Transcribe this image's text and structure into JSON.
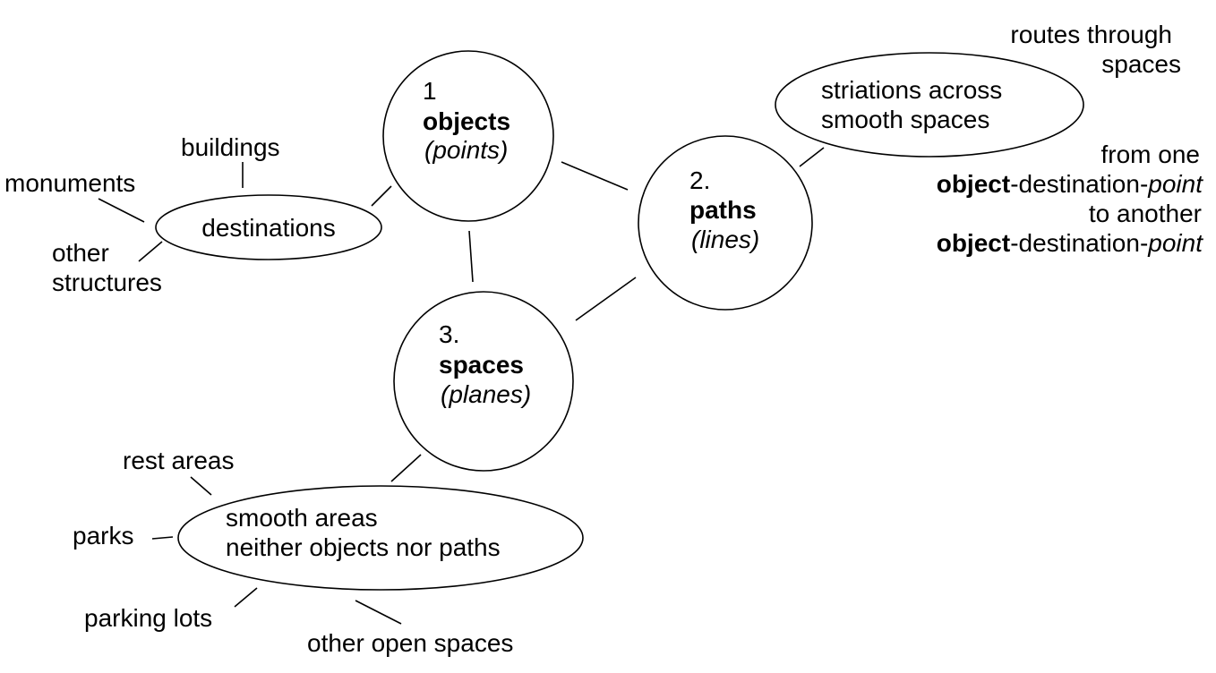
{
  "nodes": {
    "objects": {
      "number": "1",
      "title": "objects",
      "subtitle": "(points)"
    },
    "paths": {
      "number": "2.",
      "title": "paths",
      "subtitle": "(lines)"
    },
    "spaces": {
      "number": "3.",
      "title": "spaces",
      "subtitle": "(planes)"
    }
  },
  "ellipses": {
    "destinations": {
      "label": "destinations"
    },
    "striations": {
      "line1": "striations across",
      "line2": "smooth spaces"
    },
    "smooth": {
      "line1": "smooth areas",
      "line2": "neither objects nor paths"
    }
  },
  "labels": {
    "buildings": "buildings",
    "monuments": "monuments",
    "other_structures_1": "other",
    "other_structures_2": "structures",
    "routes_1": "routes through",
    "routes_2": "spaces",
    "from_one": "from one",
    "od1_bold": "object",
    "od1_mid": "-destination-",
    "od1_italic": "point",
    "to_another": "to another",
    "od2_bold": "object",
    "od2_mid": "-destination-",
    "od2_italic": "point",
    "rest_areas": "rest areas",
    "parks": "parks",
    "parking_lots": "parking lots",
    "other_open_spaces": "other open spaces"
  },
  "colors": {
    "stroke": "#000000",
    "background": "#ffffff"
  }
}
